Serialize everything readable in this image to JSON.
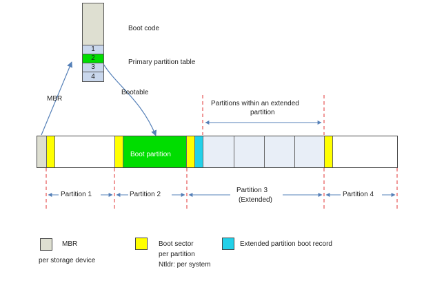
{
  "mbr_block": {
    "boot_code_label": "Boot code",
    "table_label": "Primary partition table",
    "entries": [
      "1",
      "2",
      "3",
      "4"
    ]
  },
  "arrows": {
    "mbr_label": "MBR",
    "bootable_label": "Bootable"
  },
  "disk": {
    "boot_partition_label": "Boot partition",
    "extended_header_line1": "Partitions within an extended",
    "extended_header_line2": "partition"
  },
  "partitions": {
    "p1": "Partition 1",
    "p2": "Partition 2",
    "p3_line1": "Partition 3",
    "p3_line2": "(Extended)",
    "p4": "Partition 4"
  },
  "legend": {
    "mbr_title": "MBR",
    "mbr_sub": "per storage device",
    "boot_title": "Boot sector",
    "boot_sub1": "per partition",
    "boot_sub2": "Ntldr: per system",
    "ebr_title": "Extended partition boot record"
  },
  "colors": {
    "mbr": "#dedfd1",
    "boot_sector": "#ffff00",
    "active": "#00dd00",
    "ebr": "#22d0e8",
    "logical": "#e8eef7",
    "table_entry": "#c9d7ec",
    "arrow": "#5580b8",
    "divider": "#e03030"
  }
}
